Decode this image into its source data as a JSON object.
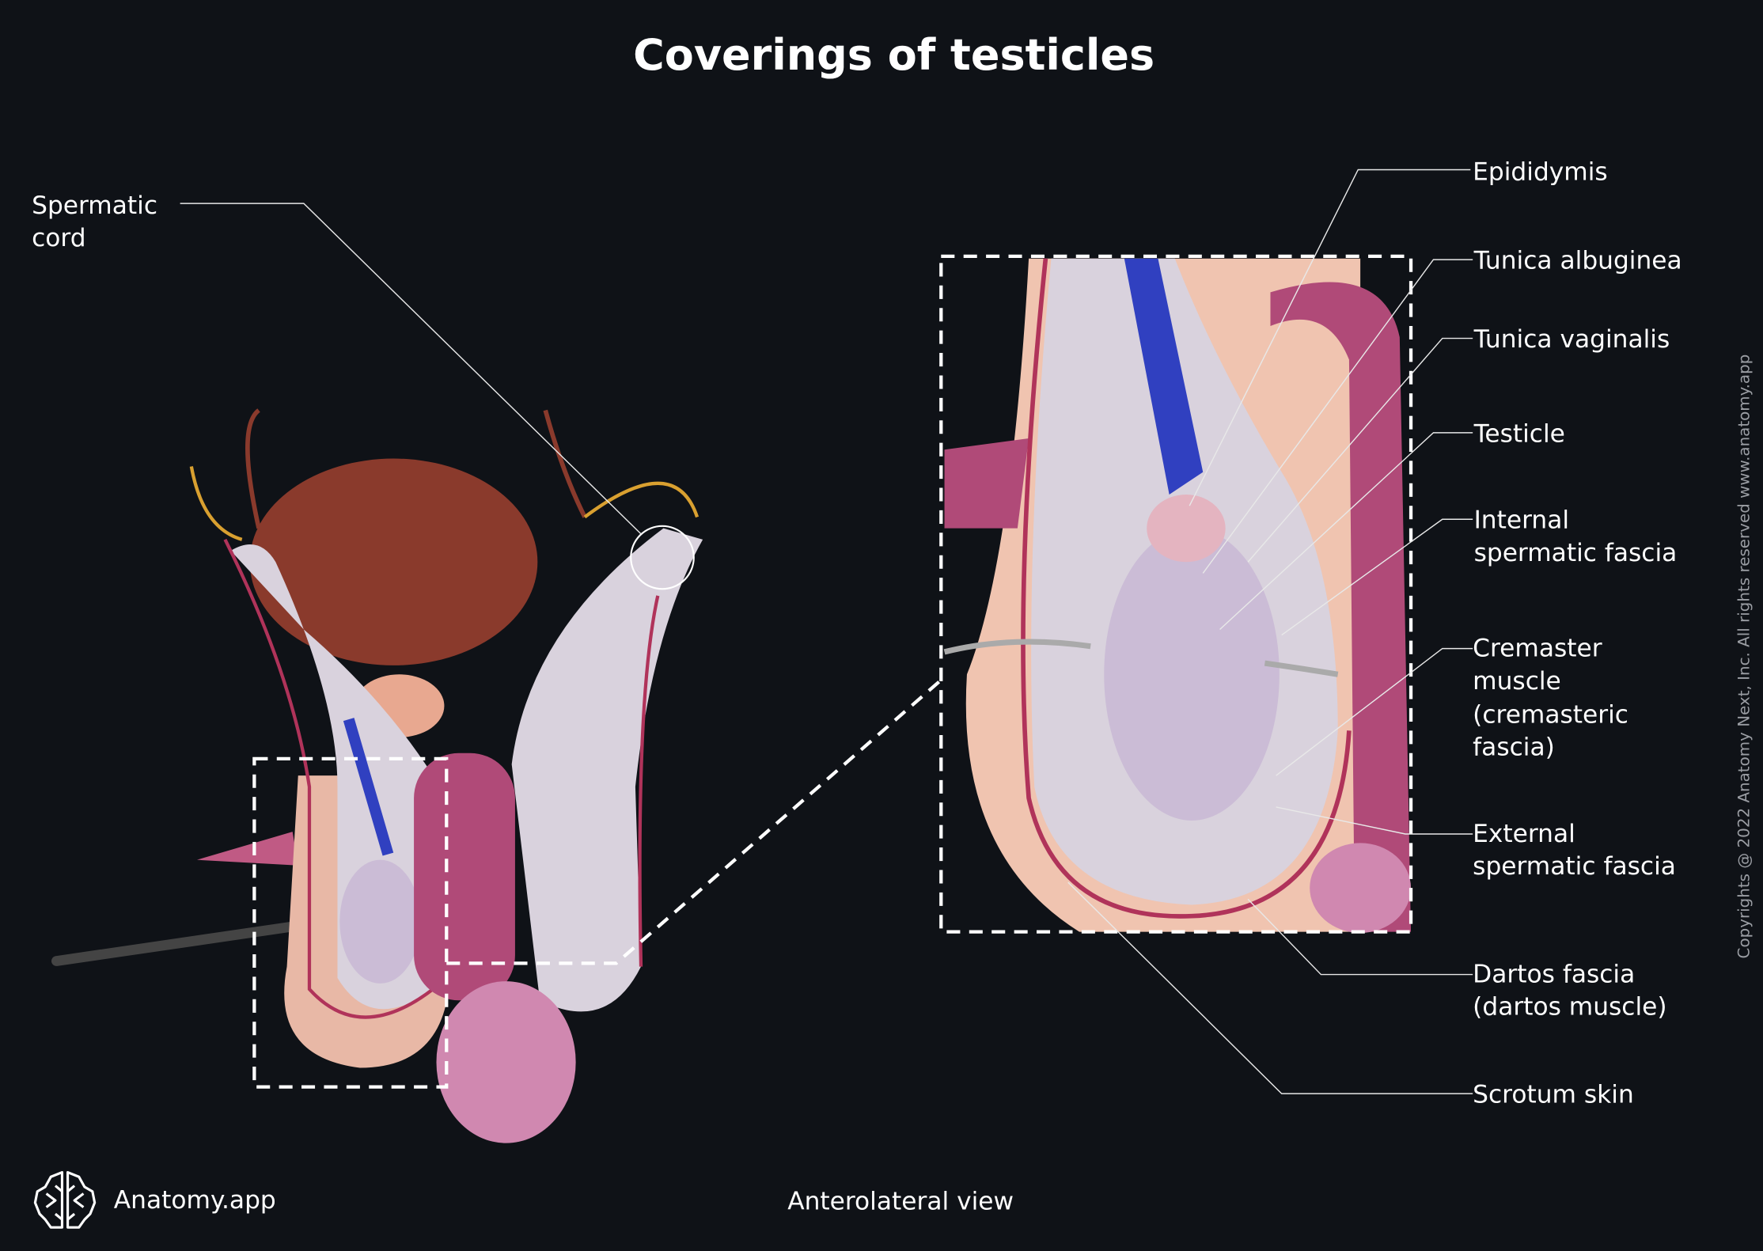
{
  "title": "Coverings of testicles",
  "view": "Anterolateral view",
  "brand": {
    "name": "Anatomy.app",
    "icon": "brain-icon"
  },
  "copyright": "Copyrights @ 2022 Anatomy Next, Inc. All rights reserved www.anatomy.app",
  "labels": {
    "spermatic_cord": [
      "Spermatic",
      "cord"
    ],
    "epididymis": [
      "Epididymis"
    ],
    "tunica_albuginea": [
      "Tunica albuginea"
    ],
    "tunica_vaginalis": [
      "Tunica vaginalis"
    ],
    "testicle": [
      "Testicle"
    ],
    "internal_spermatic_fascia": [
      "Internal",
      "spermatic fascia"
    ],
    "cremaster_muscle": [
      "Cremaster",
      "muscle",
      "(cremasteric",
      "fascia)"
    ],
    "external_spermatic_fascia": [
      "External",
      "spermatic fascia"
    ],
    "dartos_fascia": [
      "Dartos fascia",
      "(dartos muscle)"
    ],
    "scrotum_skin": [
      "Scrotum skin"
    ]
  },
  "colors": {
    "background": "#0f1217",
    "text": "#ffffff",
    "muscle": "#b04a78",
    "fascia": "#d9d2dd",
    "skin": "#e8b8a6",
    "bladder": "#8a3a2c"
  }
}
